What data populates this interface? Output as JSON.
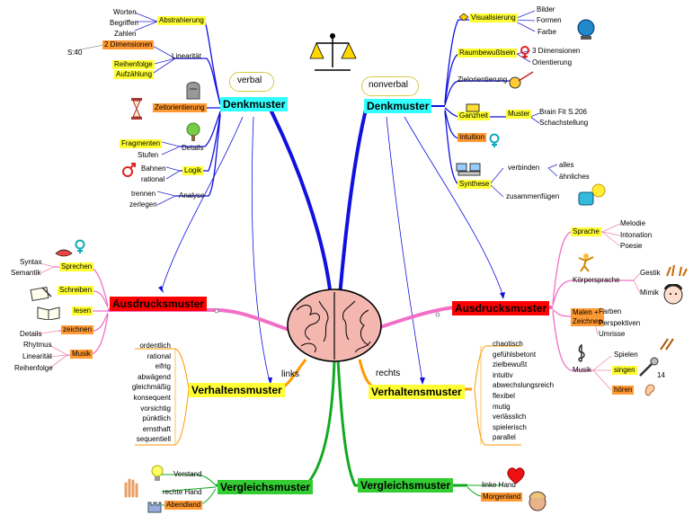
{
  "left": {
    "side": "links",
    "denk": {
      "title": "Denkmuster",
      "cloud": "verbal",
      "abstrahierung": "Abstrahierung",
      "worten": "Worten",
      "begriffen": "Begriffen",
      "zahlen": "Zahlen",
      "linearitaet": "Linearität",
      "dim2": "2 Dimensionen",
      "s40": "S.40",
      "reihenfolge": "Reihenfolge",
      "aufzaehlung": "Aufzählung",
      "zeitorientierung": "Zeitorientierung",
      "details": "Details",
      "fragmenten": "Fragmenten",
      "stufen": "Stufen",
      "logik": "Logik",
      "bahnen": "Bahnen",
      "rational": "rational",
      "analyse": "Analyse",
      "trennen": "trennen",
      "zerlegen": "zerlegen"
    },
    "ausdruck": {
      "title": "Ausdrucksmuster",
      "sprechen": "Sprechen",
      "syntax": "Syntax",
      "semantik": "Semantik",
      "schreiben": "Schreiben",
      "lesen": "lesen",
      "zeichnen": "zeichnen",
      "details": "Details",
      "musik": "Musik",
      "rhytmus": "Rhytmus",
      "linearitaet": "Linearität",
      "reihenfolge": "Reihenfolge"
    },
    "verhalten": {
      "title": "Verhaltensmuster",
      "items": [
        "ordentlich",
        "rational",
        "eifrig",
        "abwägend",
        "gleichmäßig",
        "konsequent",
        "vorsichtig",
        "pünktlich",
        "ernsthaft",
        "sequentiell"
      ]
    },
    "vergleich": {
      "title": "Vergleichsmuster",
      "verstand": "Verstand",
      "rechte_hand": "rechte Hand",
      "abendland": "Abendland"
    }
  },
  "right": {
    "side": "rechts",
    "denk": {
      "title": "Denkmuster",
      "cloud": "nonverbal",
      "visualisierung": "Visualisierung",
      "bilder": "Bilder",
      "formen": "Formen",
      "farbe": "Farbe",
      "raumbewusstsein": "Raumbewußtsein",
      "dim3": "3 Dimensionen",
      "orientierung": "Orientierung",
      "zielorientierung": "Zielorientierung",
      "ganzheit": "Ganzheit",
      "muster": "Muster",
      "brain_fit": "Brain Fit S.206",
      "schachstellung": "Schachstellung",
      "intuition": "Intuition",
      "synthese": "Synthese",
      "verbinden": "verbinden",
      "alles": "alles",
      "aehnliches": "ähnliches",
      "zusammenfuegen": "zusammenfügen"
    },
    "ausdruck": {
      "title": "Ausdrucksmuster",
      "sprache": "Sprache",
      "melodie": "Melodie",
      "intonation": "Intonation",
      "poesie": "Poesie",
      "koerpersprache": "Körpersprache",
      "gestik": "Gestik",
      "mimik": "Mimik",
      "malen": "Malen +\nZeichnen",
      "farben": "Farben",
      "perspektiven": "Perspektiven",
      "umrisse": "Umrisse",
      "musik": "Musik",
      "spielen": "Spielen",
      "singen": "singen",
      "hoeren": "hören",
      "num14": "14"
    },
    "verhalten": {
      "title": "Verhaltensmuster",
      "items": [
        "chaotisch",
        "gefühlsbetont",
        "zielbewußt",
        "intuitiv",
        "abwechslungsreich",
        "flexibel",
        "mutig",
        "verlässlich",
        "spielerisch",
        "parallel"
      ]
    },
    "vergleich": {
      "title": "Vergleichsmuster",
      "linke_hand": "linke Hand",
      "morgenland": "Morgenland"
    }
  },
  "colors": {
    "cyan": "#33ffff",
    "red": "#ff0000",
    "yellow": "#ffff33",
    "green": "#33cc33",
    "orange": "#ff9933"
  }
}
